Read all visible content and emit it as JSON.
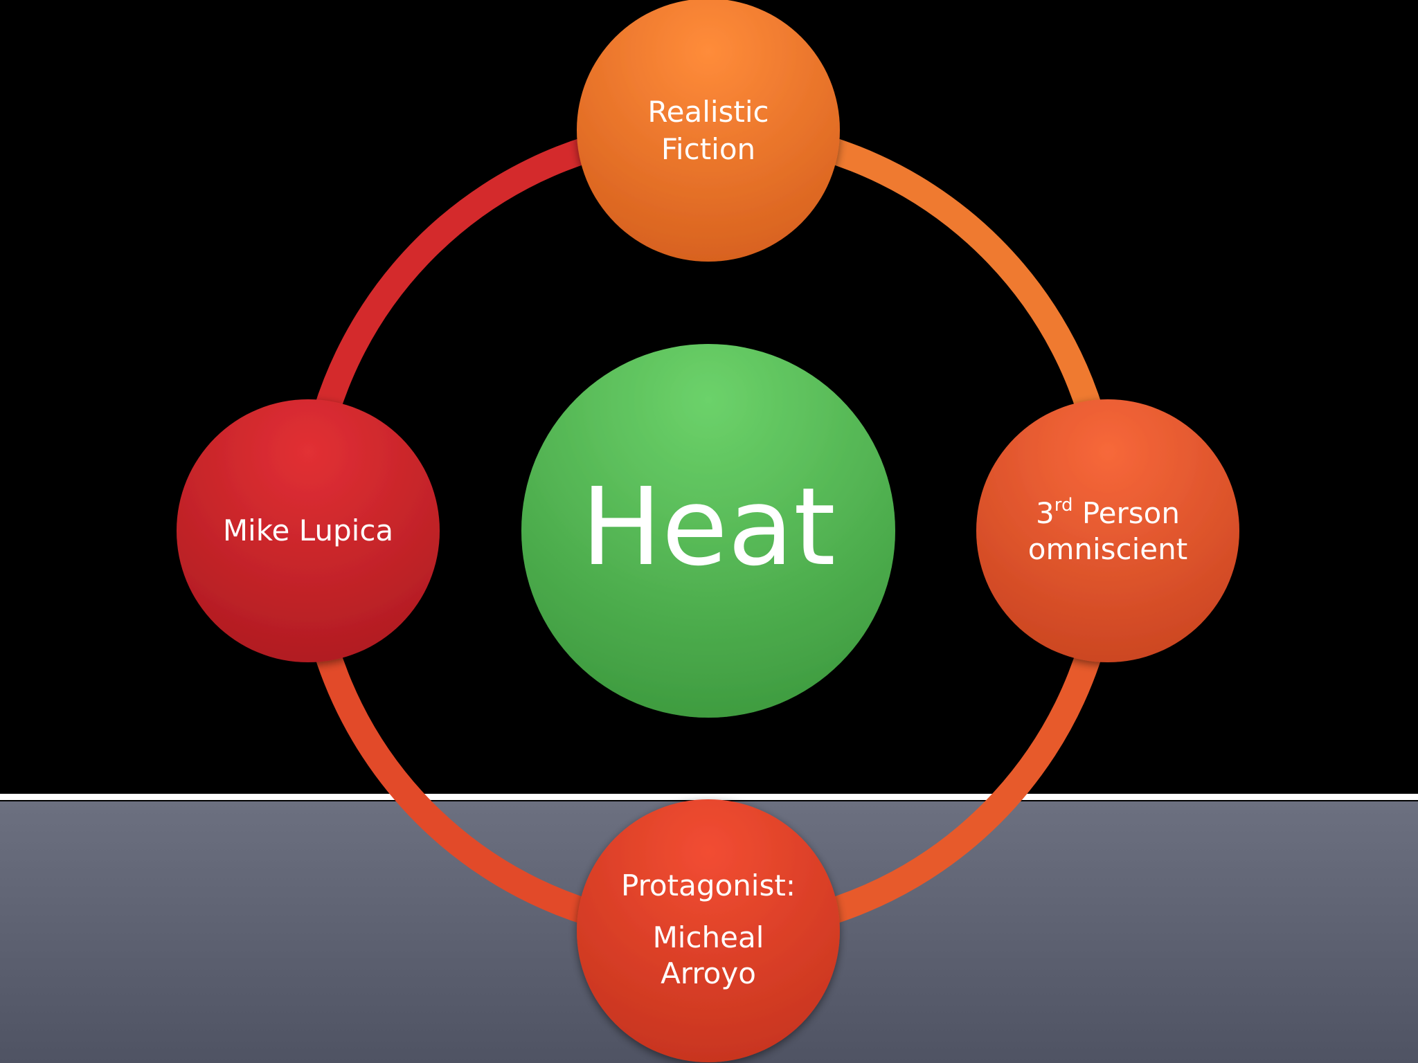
{
  "diagram": {
    "center": {
      "label": "Heat",
      "color": "#5ec25e"
    },
    "nodes": [
      {
        "id": "genre",
        "lines": [
          "Realistic",
          "Fiction"
        ],
        "color": "#f07b2e"
      },
      {
        "id": "point-of-view",
        "lines": [
          "3",
          "rd",
          " Person",
          "omniscient"
        ],
        "color": "#e9562a"
      },
      {
        "id": "protagonist",
        "lines": [
          "Protagonist:",
          "Micheal",
          "Arroyo"
        ],
        "color": "#e0432c"
      },
      {
        "id": "author",
        "lines": [
          "Mike Lupica"
        ],
        "color": "#cc2229"
      }
    ],
    "ring_colors": {
      "red": "#d42a2c",
      "orange": "#f07b2e",
      "orange_red": "#e24a29"
    }
  }
}
